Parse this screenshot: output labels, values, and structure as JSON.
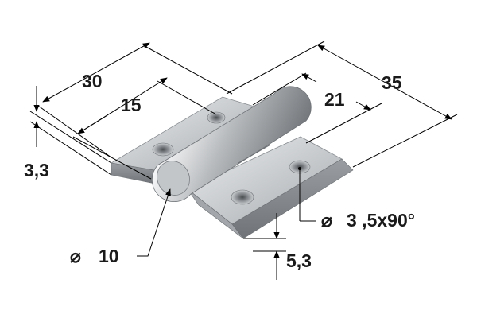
{
  "dimensions": {
    "width_total": "30",
    "width_half": "15",
    "thickness": "3,3",
    "length_total": "35",
    "length_inner": "21",
    "hole_spec": "3 ,5x90°",
    "pin_diameter": "10",
    "offset_height": "5,3"
  },
  "symbols": {
    "diameter": "⌀"
  },
  "colors": {
    "metal_light": "#d9dbdd",
    "metal_mid": "#b4b7ba",
    "metal_dark": "#7d8185",
    "line": "#000000"
  }
}
